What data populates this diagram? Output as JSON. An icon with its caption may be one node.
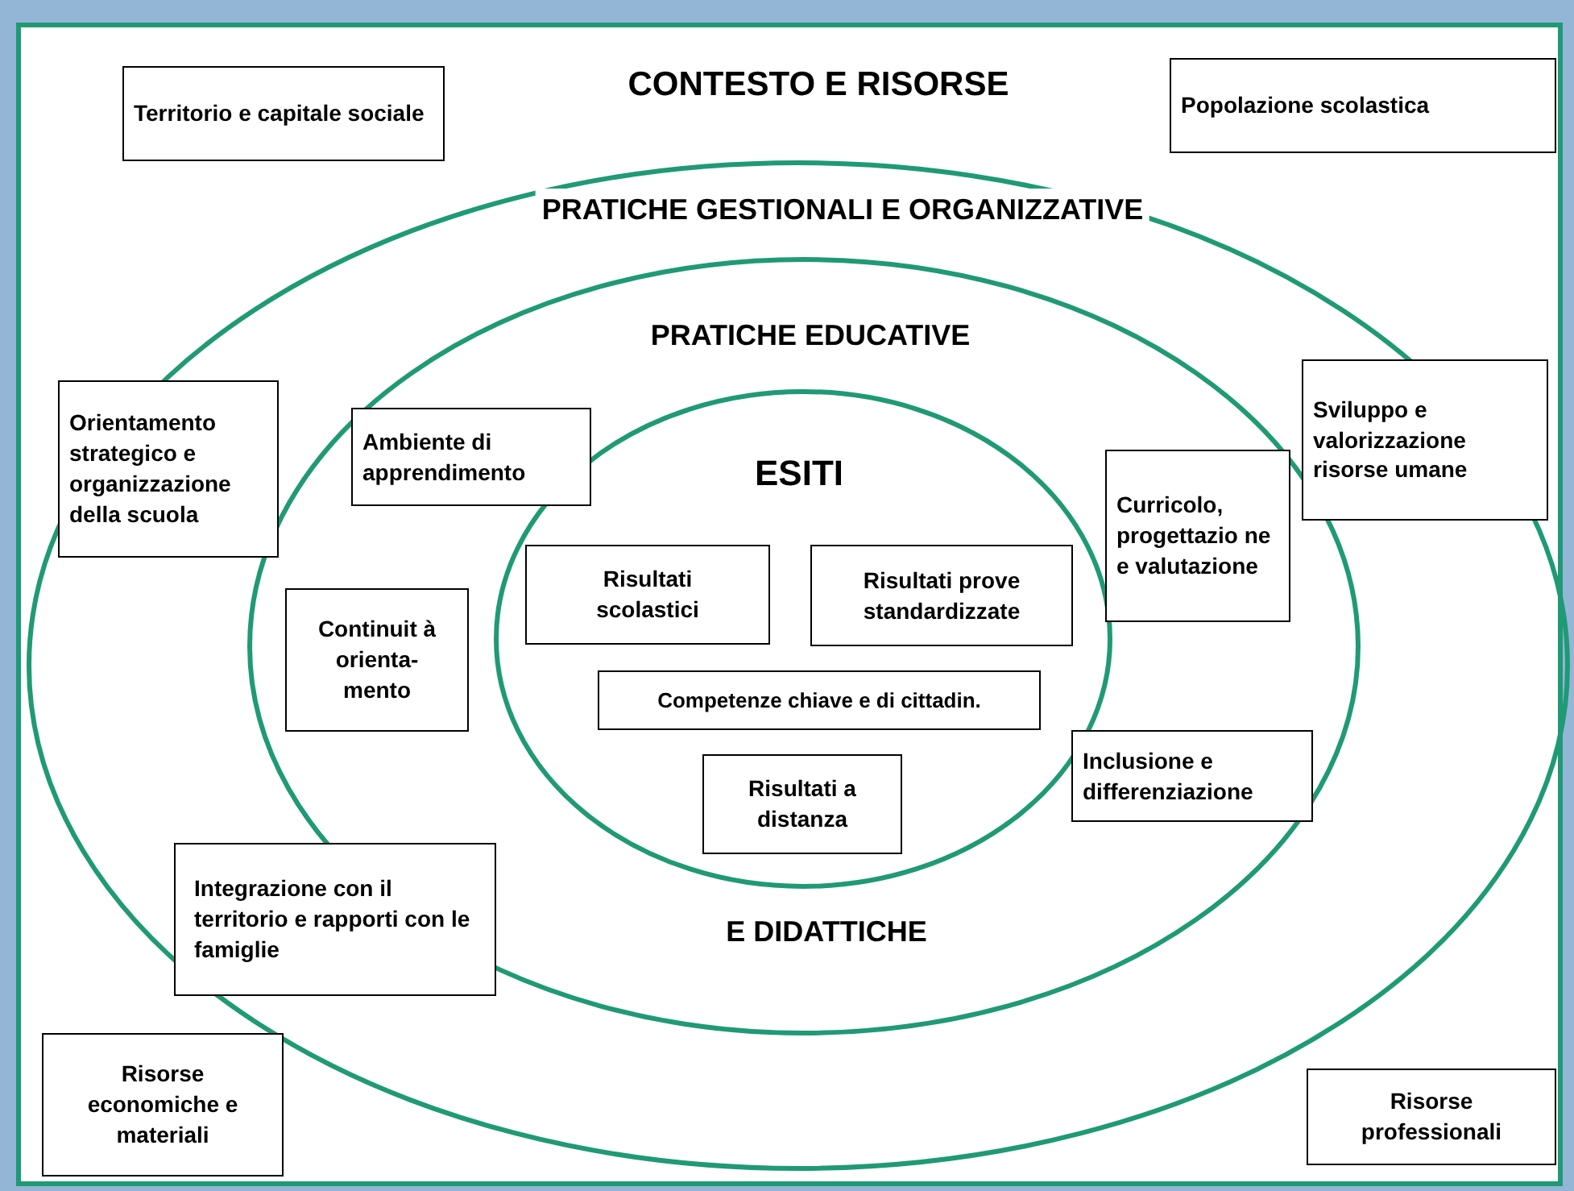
{
  "diagram": {
    "nodes": [
      {
        "text": [
          "CONTESTO E RISORSE"
        ]
      },
      {
        "text": [
          "PRATICHE GESTIONALI E ORGANIZZATIVE"
        ],
        "in": 0
      },
      {
        "text": [
          "PRATICHE EDUCATIVE",
          "E DIDATTICHE"
        ],
        "in": 1
      },
      {
        "text": [
          "ESITI"
        ],
        "in": 2
      },
      {
        "text": [
          "Territorio e capitale sociale"
        ],
        "in": 0
      },
      {
        "text": [
          "Popolazione scolastica"
        ],
        "in": 0
      },
      {
        "text": [
          "Orientamento strategico e organizzazione della scuola"
        ],
        "in": 1
      },
      {
        "text": [
          "Ambiente di apprendimento"
        ],
        "in": 2
      },
      {
        "text": [
          "Sviluppo e valorizzazione risorse umane"
        ],
        "in": 1
      },
      {
        "text": [
          "Curricolo, progettazio ne e valutazione"
        ],
        "in": 2
      },
      {
        "text": [
          "Risultati scolastici"
        ],
        "in": 3
      },
      {
        "text": [
          "Risultati prove standardizzate"
        ],
        "in": 3
      },
      {
        "text": [
          "Continuit à orienta- mento"
        ],
        "in": 2
      },
      {
        "text": [
          "Competenze chiave e di cittadin."
        ],
        "in": 3
      },
      {
        "text": [
          "Inclusione e differenziazione"
        ],
        "in": 2
      },
      {
        "text": [
          "Risultati a distanza"
        ],
        "in": 3
      },
      {
        "text": [
          "Integrazione con il territorio e rapporti con le famiglie"
        ],
        "in": 1
      },
      {
        "text": [
          "Risorse economiche e materiali"
        ],
        "in": 0
      },
      {
        "text": [
          "Risorse professionali"
        ],
        "in": 0
      }
    ]
  }
}
